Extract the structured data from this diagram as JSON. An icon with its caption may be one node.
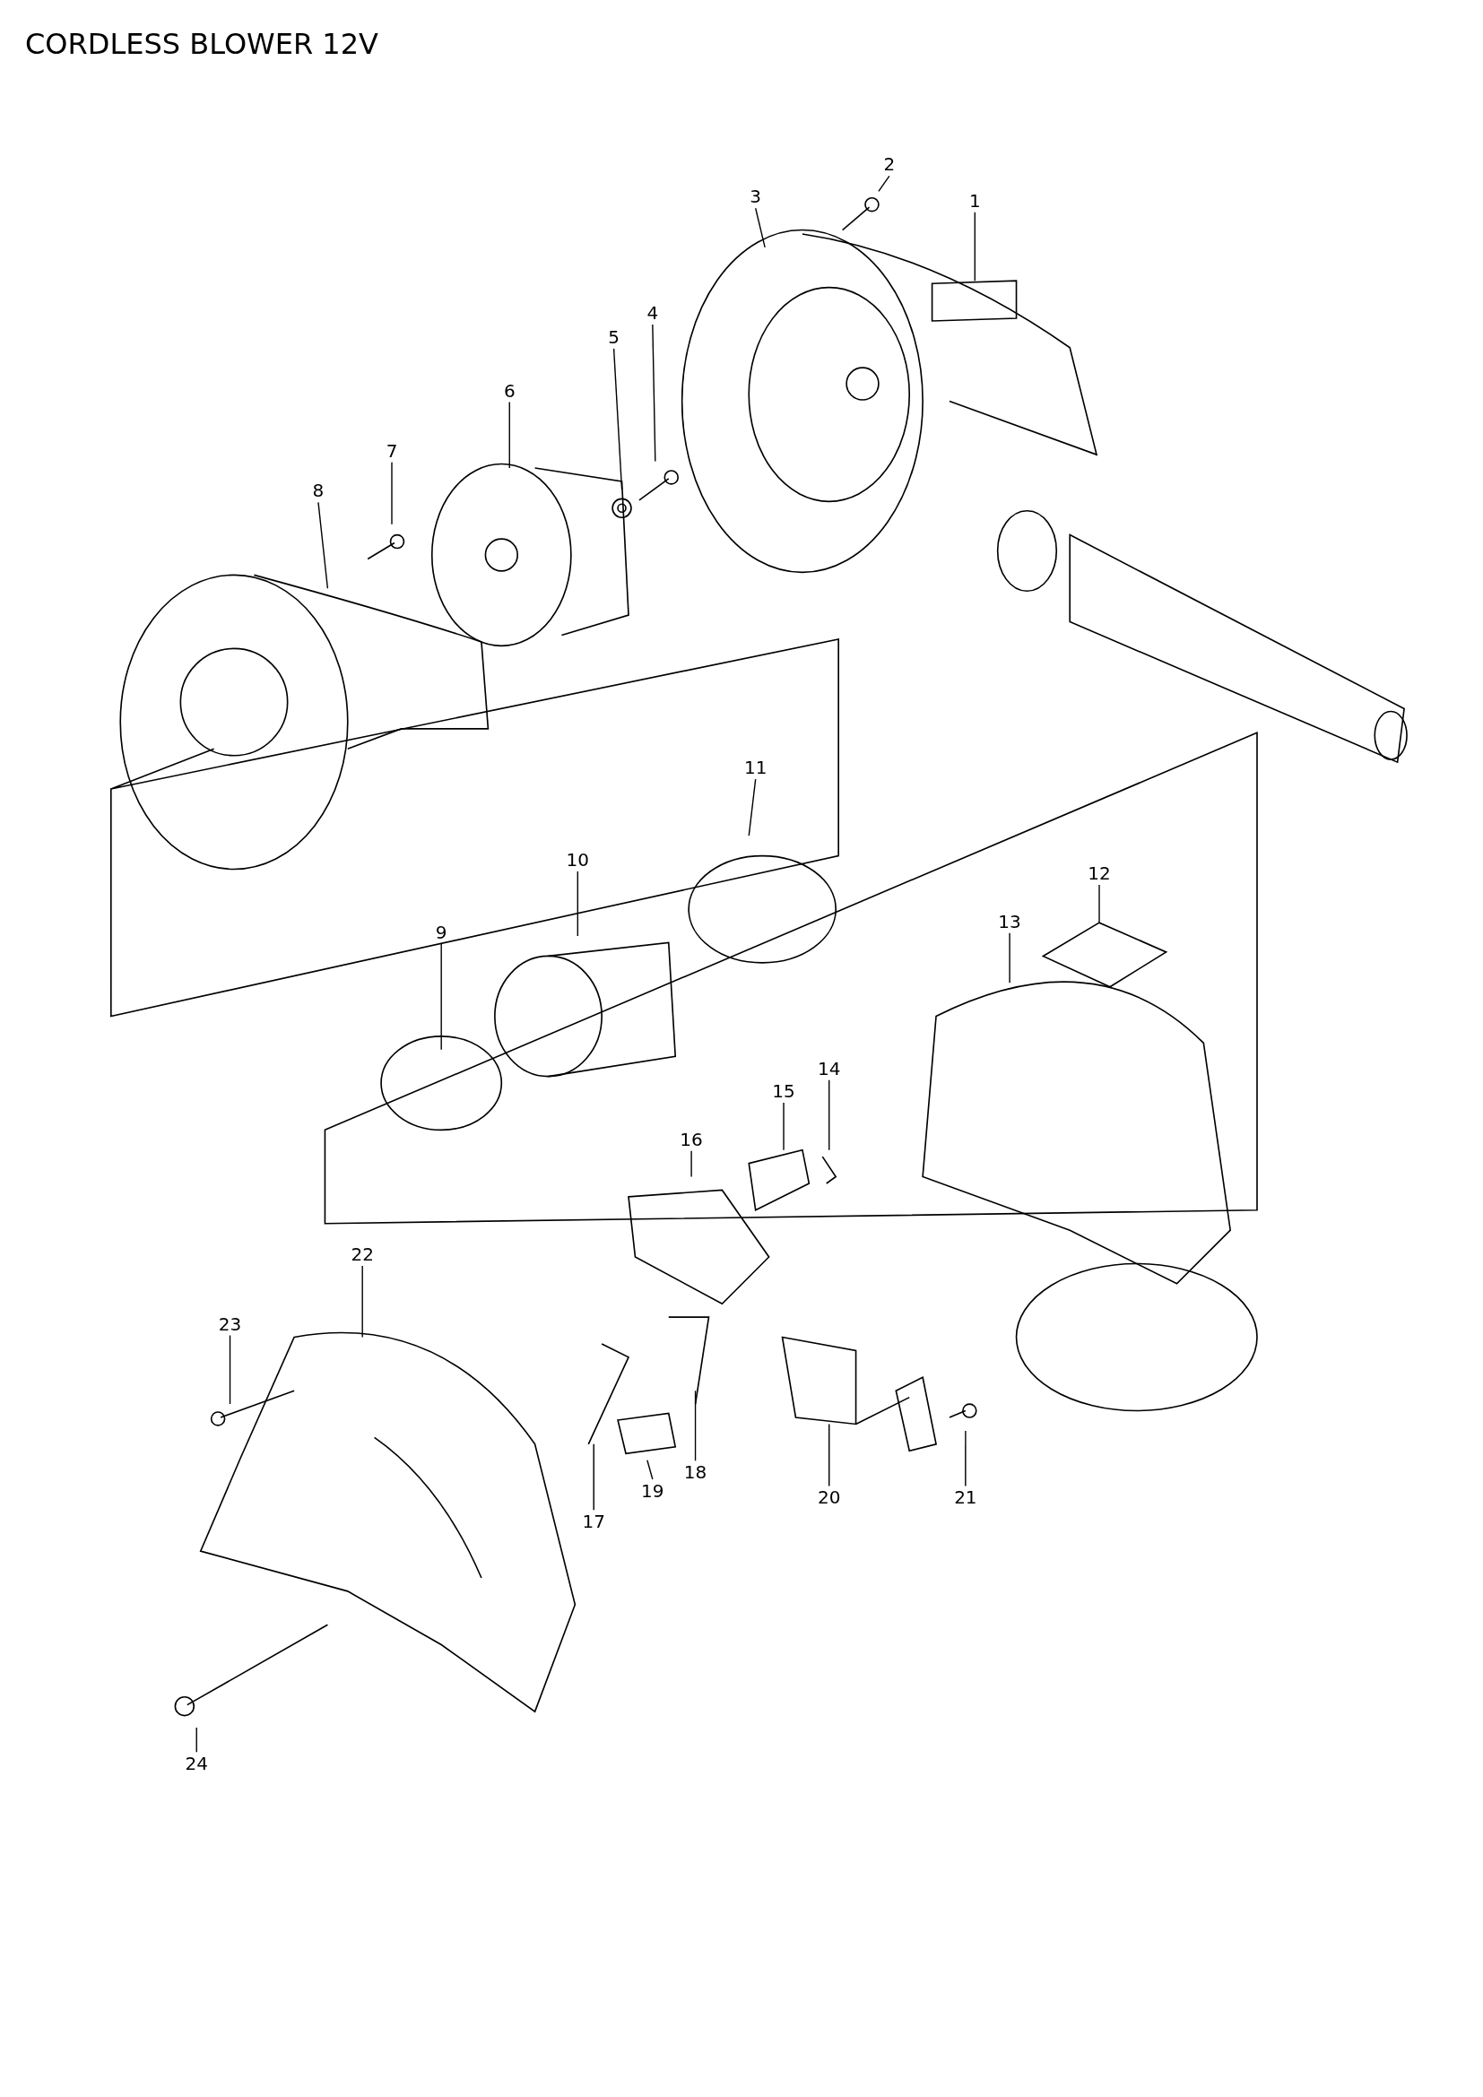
{
  "diagram": {
    "title": "CORDLESS BLOWER 12V",
    "nodes": [
      {
        "text": [
          "1"
        ]
      },
      {
        "text": [
          "2"
        ]
      },
      {
        "text": [
          "3"
        ]
      },
      {
        "text": [
          "4"
        ]
      },
      {
        "text": [
          "5"
        ]
      },
      {
        "text": [
          "6"
        ]
      },
      {
        "text": [
          "7"
        ]
      },
      {
        "text": [
          "8"
        ]
      },
      {
        "text": [
          "9"
        ]
      },
      {
        "text": [
          "10"
        ]
      },
      {
        "text": [
          "11"
        ]
      },
      {
        "text": [
          "12"
        ]
      },
      {
        "text": [
          "13"
        ]
      },
      {
        "text": [
          "14"
        ]
      },
      {
        "text": [
          "15"
        ]
      },
      {
        "text": [
          "16"
        ]
      },
      {
        "text": [
          "17"
        ]
      },
      {
        "text": [
          "18"
        ]
      },
      {
        "text": [
          "19"
        ]
      },
      {
        "text": [
          "20"
        ]
      },
      {
        "text": [
          "21"
        ]
      },
      {
        "text": [
          "22"
        ]
      },
      {
        "text": [
          "23"
        ]
      },
      {
        "text": [
          "24"
        ]
      }
    ],
    "edges": [
      {
        "from": 0,
        "to": null,
        "arrow": "none"
      },
      {
        "from": 1,
        "to": null,
        "arrow": "none"
      },
      {
        "from": 2,
        "to": null,
        "arrow": "none"
      },
      {
        "from": 3,
        "to": null,
        "arrow": "none"
      },
      {
        "from": 4,
        "to": null,
        "arrow": "none"
      },
      {
        "from": 5,
        "to": null,
        "arrow": "none"
      },
      {
        "from": 6,
        "to": null,
        "arrow": "none"
      },
      {
        "from": 7,
        "to": null,
        "arrow": "none"
      },
      {
        "from": 8,
        "to": null,
        "arrow": "none"
      },
      {
        "from": 9,
        "to": null,
        "arrow": "none"
      },
      {
        "from": 10,
        "to": null,
        "arrow": "none"
      },
      {
        "from": 11,
        "to": null,
        "arrow": "none"
      },
      {
        "from": 12,
        "to": null,
        "arrow": "none"
      },
      {
        "from": 13,
        "to": null,
        "arrow": "none"
      },
      {
        "from": 14,
        "to": null,
        "arrow": "none"
      },
      {
        "from": 15,
        "to": null,
        "arrow": "none"
      },
      {
        "from": 16,
        "to": null,
        "arrow": "none"
      },
      {
        "from": 17,
        "to": null,
        "arrow": "none"
      },
      {
        "from": 18,
        "to": null,
        "arrow": "none"
      },
      {
        "from": 19,
        "to": null,
        "arrow": "none"
      },
      {
        "from": 20,
        "to": null,
        "arrow": "none"
      },
      {
        "from": 21,
        "to": null,
        "arrow": "none"
      },
      {
        "from": 22,
        "to": null,
        "arrow": "none"
      },
      {
        "from": 23,
        "to": null,
        "arrow": "none"
      }
    ]
  }
}
